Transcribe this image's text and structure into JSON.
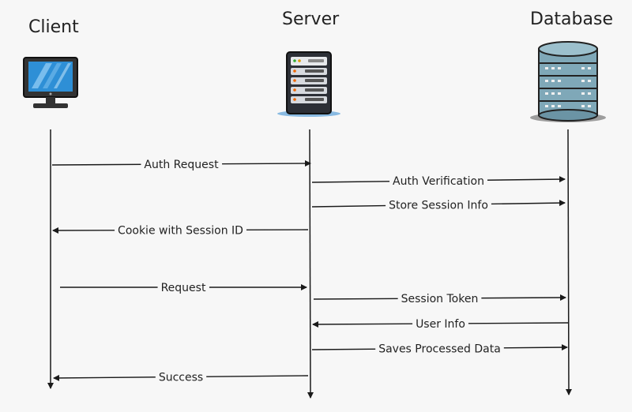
{
  "actors": {
    "client": "Client",
    "server": "Server",
    "database": "Database"
  },
  "icons": {
    "client": "monitor-icon",
    "server": "server-rack-icon",
    "database": "database-icon"
  },
  "messages": [
    {
      "label": "Auth Request",
      "from": "client",
      "to": "server"
    },
    {
      "label": "Auth Verification",
      "from": "server",
      "to": "database"
    },
    {
      "label": "Store Session Info",
      "from": "server",
      "to": "database"
    },
    {
      "label": "Cookie with Session ID",
      "from": "server",
      "to": "client"
    },
    {
      "label": "Request",
      "from": "client",
      "to": "server"
    },
    {
      "label": "Session Token",
      "from": "server",
      "to": "database"
    },
    {
      "label": "User Info",
      "from": "database",
      "to": "server"
    },
    {
      "label": "Saves Processed Data",
      "from": "server",
      "to": "database"
    },
    {
      "label": "Success",
      "from": "server",
      "to": "client"
    }
  ],
  "colors": {
    "line": "#1a1a1a",
    "background": "#f7f7f7",
    "screen": "#2e8fd6",
    "db_body": "#7fa8b8"
  }
}
